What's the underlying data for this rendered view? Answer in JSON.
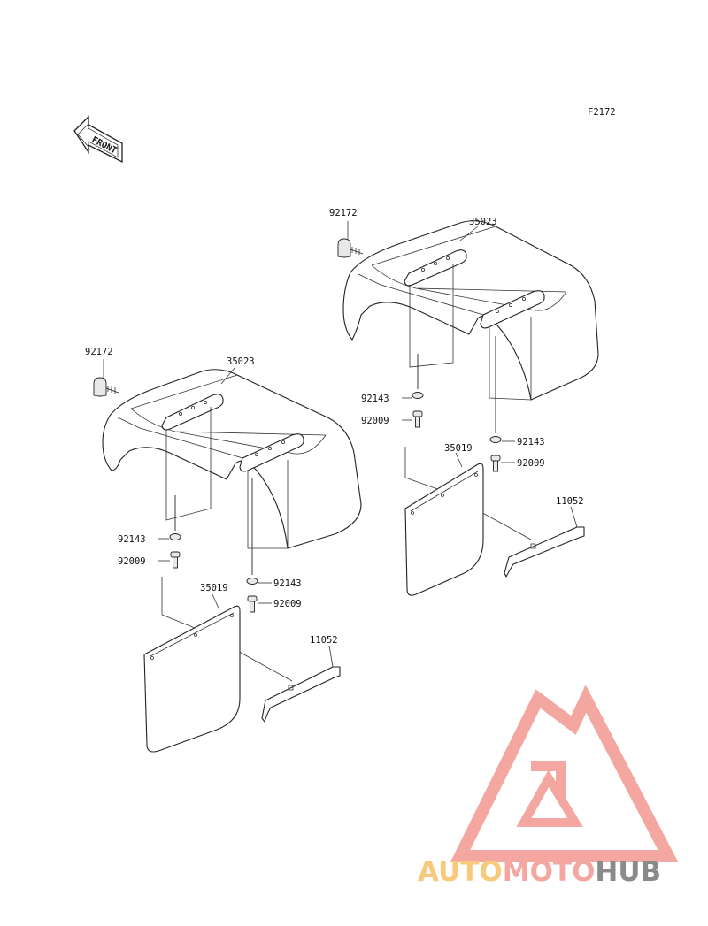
{
  "figure_code": "F2172",
  "front_label": "FRONT",
  "callouts": {
    "left_bolt": "92172",
    "left_fender": "35023",
    "left_washer_a": "92143",
    "left_bolt_a": "92009",
    "left_washer_b": "92143",
    "left_bolt_b": "92009",
    "left_flap": "35019",
    "left_bracket": "11052",
    "right_bolt": "92172",
    "right_fender": "35023",
    "right_washer_a": "92143",
    "right_bolt_a": "92009",
    "right_washer_b": "92143",
    "right_bolt_b": "92009",
    "right_flap": "35019",
    "right_bracket": "11052"
  },
  "watermark": {
    "part1": "AUTO",
    "part2": "MOTO",
    "part3": "HUB",
    "color_primary": "#f4a6a0",
    "color_accent": "#f7c97a",
    "color_dark": "#8a8a8a"
  }
}
